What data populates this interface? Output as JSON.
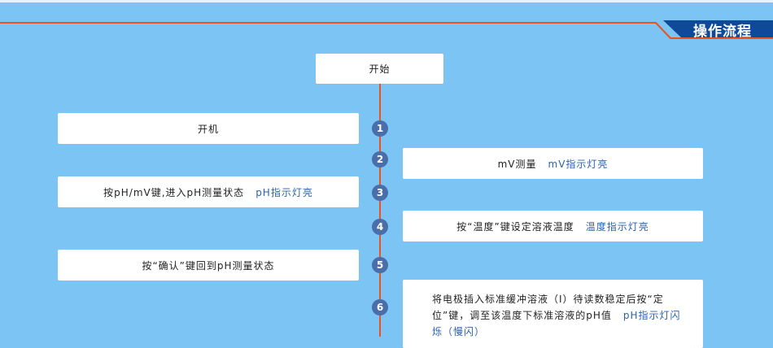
{
  "header": {
    "title": "操作流程"
  },
  "start": "开始",
  "steps": [
    {
      "num": "1",
      "text": "开机",
      "highlight": ""
    },
    {
      "num": "2",
      "text": "mV测量",
      "highlight": "mV指示灯亮"
    },
    {
      "num": "3",
      "text": "按pH/mV键,进入pH测量状态",
      "highlight": "pH指示灯亮"
    },
    {
      "num": "4",
      "text": "按“温度”键设定溶液温度",
      "highlight": "温度指示灯亮"
    },
    {
      "num": "5",
      "text": "按“确认”键回到pH测量状态",
      "highlight": ""
    },
    {
      "num": "6",
      "text": "将电极插入标准缓冲溶液（I）待读数稳定后按“定位”键，调至该温度下标准溶液的pH值",
      "highlight": "pH指示灯闪烁（慢闪）"
    }
  ],
  "colors": {
    "background": "#7cc4f4",
    "accent": "#e8531f",
    "banner": "#0e4a98",
    "badge": "#4a6eaa",
    "highlight": "#2a62b0"
  }
}
